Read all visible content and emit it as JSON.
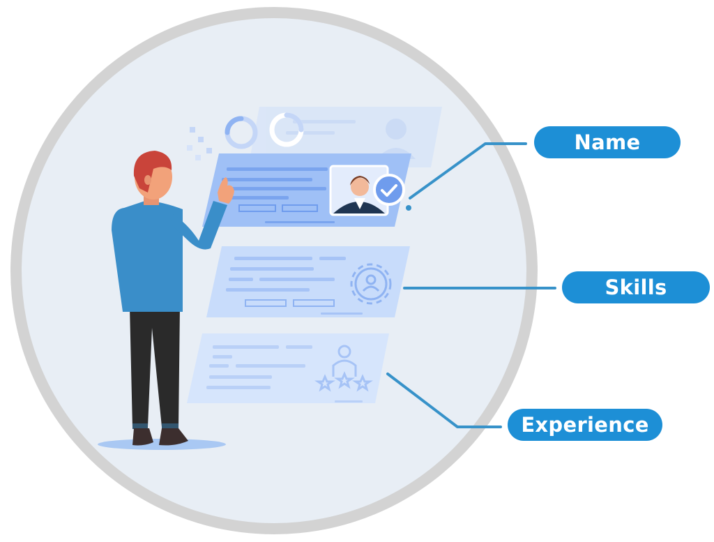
{
  "labels": {
    "name": "Name",
    "skills": "Skills",
    "experience": "Experience"
  },
  "colors": {
    "accent": "#1d8fd6",
    "connector": "#3792c9",
    "ring": "#d3d3d3",
    "backdrop": "#e8eef5",
    "card_active": "#9fc0f6",
    "card_muted": "#c8dcfb",
    "shirt": "#3a8ec9",
    "hair": "#c9443a",
    "pants": "#2a2a2a"
  },
  "icons": {
    "card_name": "profile-photo-icon",
    "badge": "check-badge-icon",
    "card_skills": "user-gear-icon",
    "card_experience": "user-stars-icon"
  }
}
